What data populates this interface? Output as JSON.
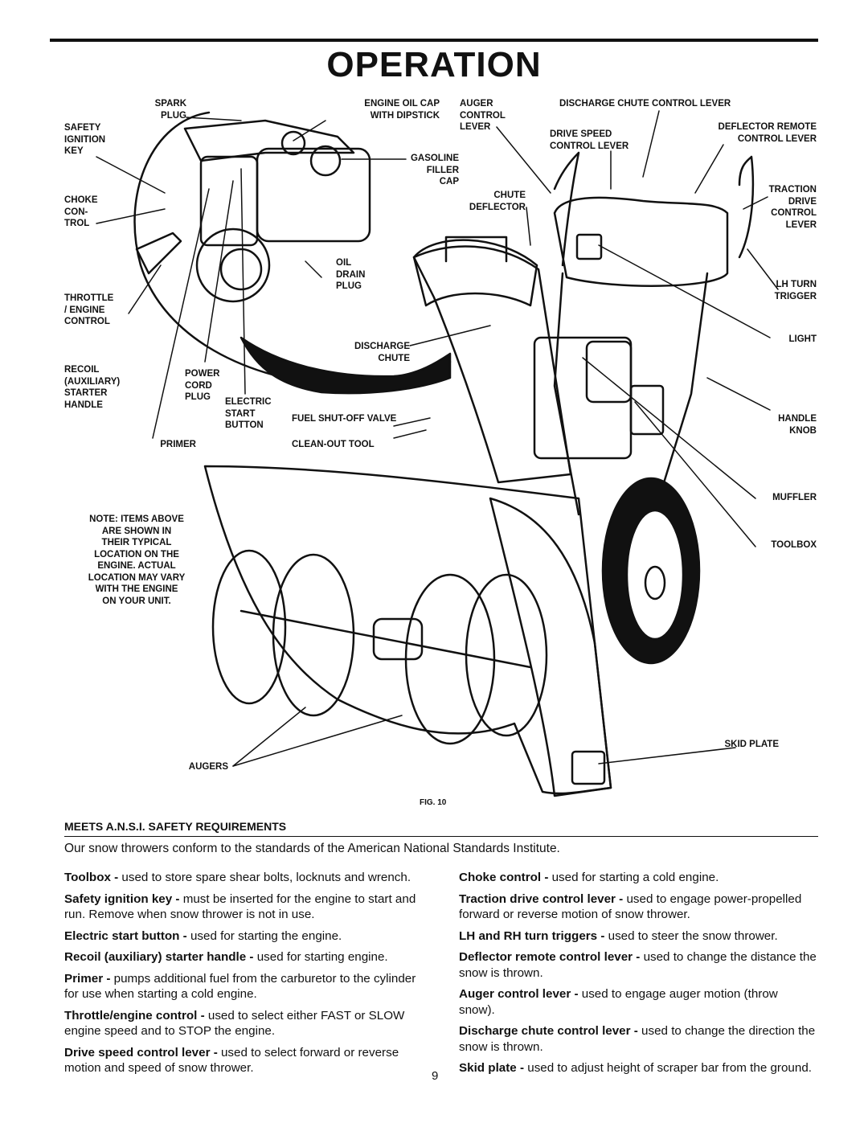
{
  "page": {
    "title": "OPERATION",
    "page_number": "9",
    "figure_label": "FIG. 10"
  },
  "labels": {
    "spark_plug": "SPARK\nPLUG",
    "safety_ignition_key": "SAFETY\nIGNITION\nKEY",
    "choke_control": "CHOKE\nCON-\nTROL",
    "throttle_engine_control": "THROTTLE\n/ ENGINE\nCONTROL",
    "recoil_starter_handle": "RECOIL\n(AUXILIARY)\nSTARTER\nHANDLE",
    "power_cord_plug": "POWER\nCORD\nPLUG",
    "electric_start_button": "ELECTRIC\nSTART\nBUTTON",
    "primer": "PRIMER",
    "engine_oil_cap": "ENGINE OIL CAP\nWITH DIPSTICK",
    "gasoline_filler_cap": "GASOLINE\nFILLER\nCAP",
    "oil_drain_plug": "OIL\nDRAIN\nPLUG",
    "discharge_chute": "DISCHARGE\nCHUTE",
    "fuel_shutoff_valve": "FUEL SHUT-OFF VALVE",
    "clean_out_tool": "CLEAN-OUT TOOL",
    "auger_control_lever": "AUGER\nCONTROL\nLEVER",
    "chute_deflector": "CHUTE\nDEFLECTOR",
    "discharge_chute_control_lever": "DISCHARGE CHUTE CONTROL LEVER",
    "drive_speed_control_lever": "DRIVE SPEED\nCONTROL LEVER",
    "deflector_remote_control_lever": "DEFLECTOR REMOTE\nCONTROL LEVER",
    "traction_drive_control_lever": "TRACTION\nDRIVE\nCONTROL\nLEVER",
    "lh_turn_trigger": "LH TURN\nTRIGGER",
    "light": "LIGHT",
    "handle_knob": "HANDLE\nKNOB",
    "muffler": "MUFFLER",
    "toolbox": "TOOLBOX",
    "skid_plate": "SKID PLATE",
    "augers": "AUGERS",
    "note": "NOTE: ITEMS ABOVE\nARE SHOWN IN\nTHEIR TYPICAL\nLOCATION ON THE\nENGINE.  ACTUAL\nLOCATION MAY VARY\nWITH THE ENGINE\nON YOUR UNIT."
  },
  "section": {
    "heading": "MEETS A.N.S.I. SAFETY REQUIREMENTS",
    "intro": "Our snow throwers conform to the standards of the American National Standards Institute."
  },
  "left_column": [
    {
      "term": "Toolbox -",
      "text": " used to store spare shear bolts, locknuts and wrench."
    },
    {
      "term": "Safety ignition key -",
      "text": " must be inserted for the engine to start and run. Remove when snow thrower is not in use."
    },
    {
      "term": "Electric start button -",
      "text": " used for starting the engine."
    },
    {
      "term": "Recoil (auxiliary) starter handle -",
      "text": " used for starting engine."
    },
    {
      "term": "Primer -",
      "text": " pumps additional fuel from the carburetor to the cylinder for use when starting a cold engine."
    },
    {
      "term": "Throttle/engine control -",
      "text": " used to select either FAST or SLOW engine speed and to STOP the engine."
    },
    {
      "term": "Drive speed control lever -",
      "text": " used to select forward or reverse motion and speed of snow thrower."
    }
  ],
  "right_column": [
    {
      "term": "Choke control -",
      "text": " used for starting a cold engine."
    },
    {
      "term": "Traction drive control lever -",
      "text": " used to engage power-propelled forward or reverse motion of snow thrower."
    },
    {
      "term": "LH and RH turn triggers -",
      "text": " used to steer the snow thrower."
    },
    {
      "term": "Deflector remote control lever -",
      "text": " used to change the distance the snow is thrown."
    },
    {
      "term": "Auger control lever -",
      "text": " used to engage auger motion (throw snow)."
    },
    {
      "term": "Discharge chute control lever -",
      "text": " used to change the direction the snow is thrown."
    },
    {
      "term": "Skid plate -",
      "text": " used to adjust height of scraper bar from the ground."
    }
  ]
}
